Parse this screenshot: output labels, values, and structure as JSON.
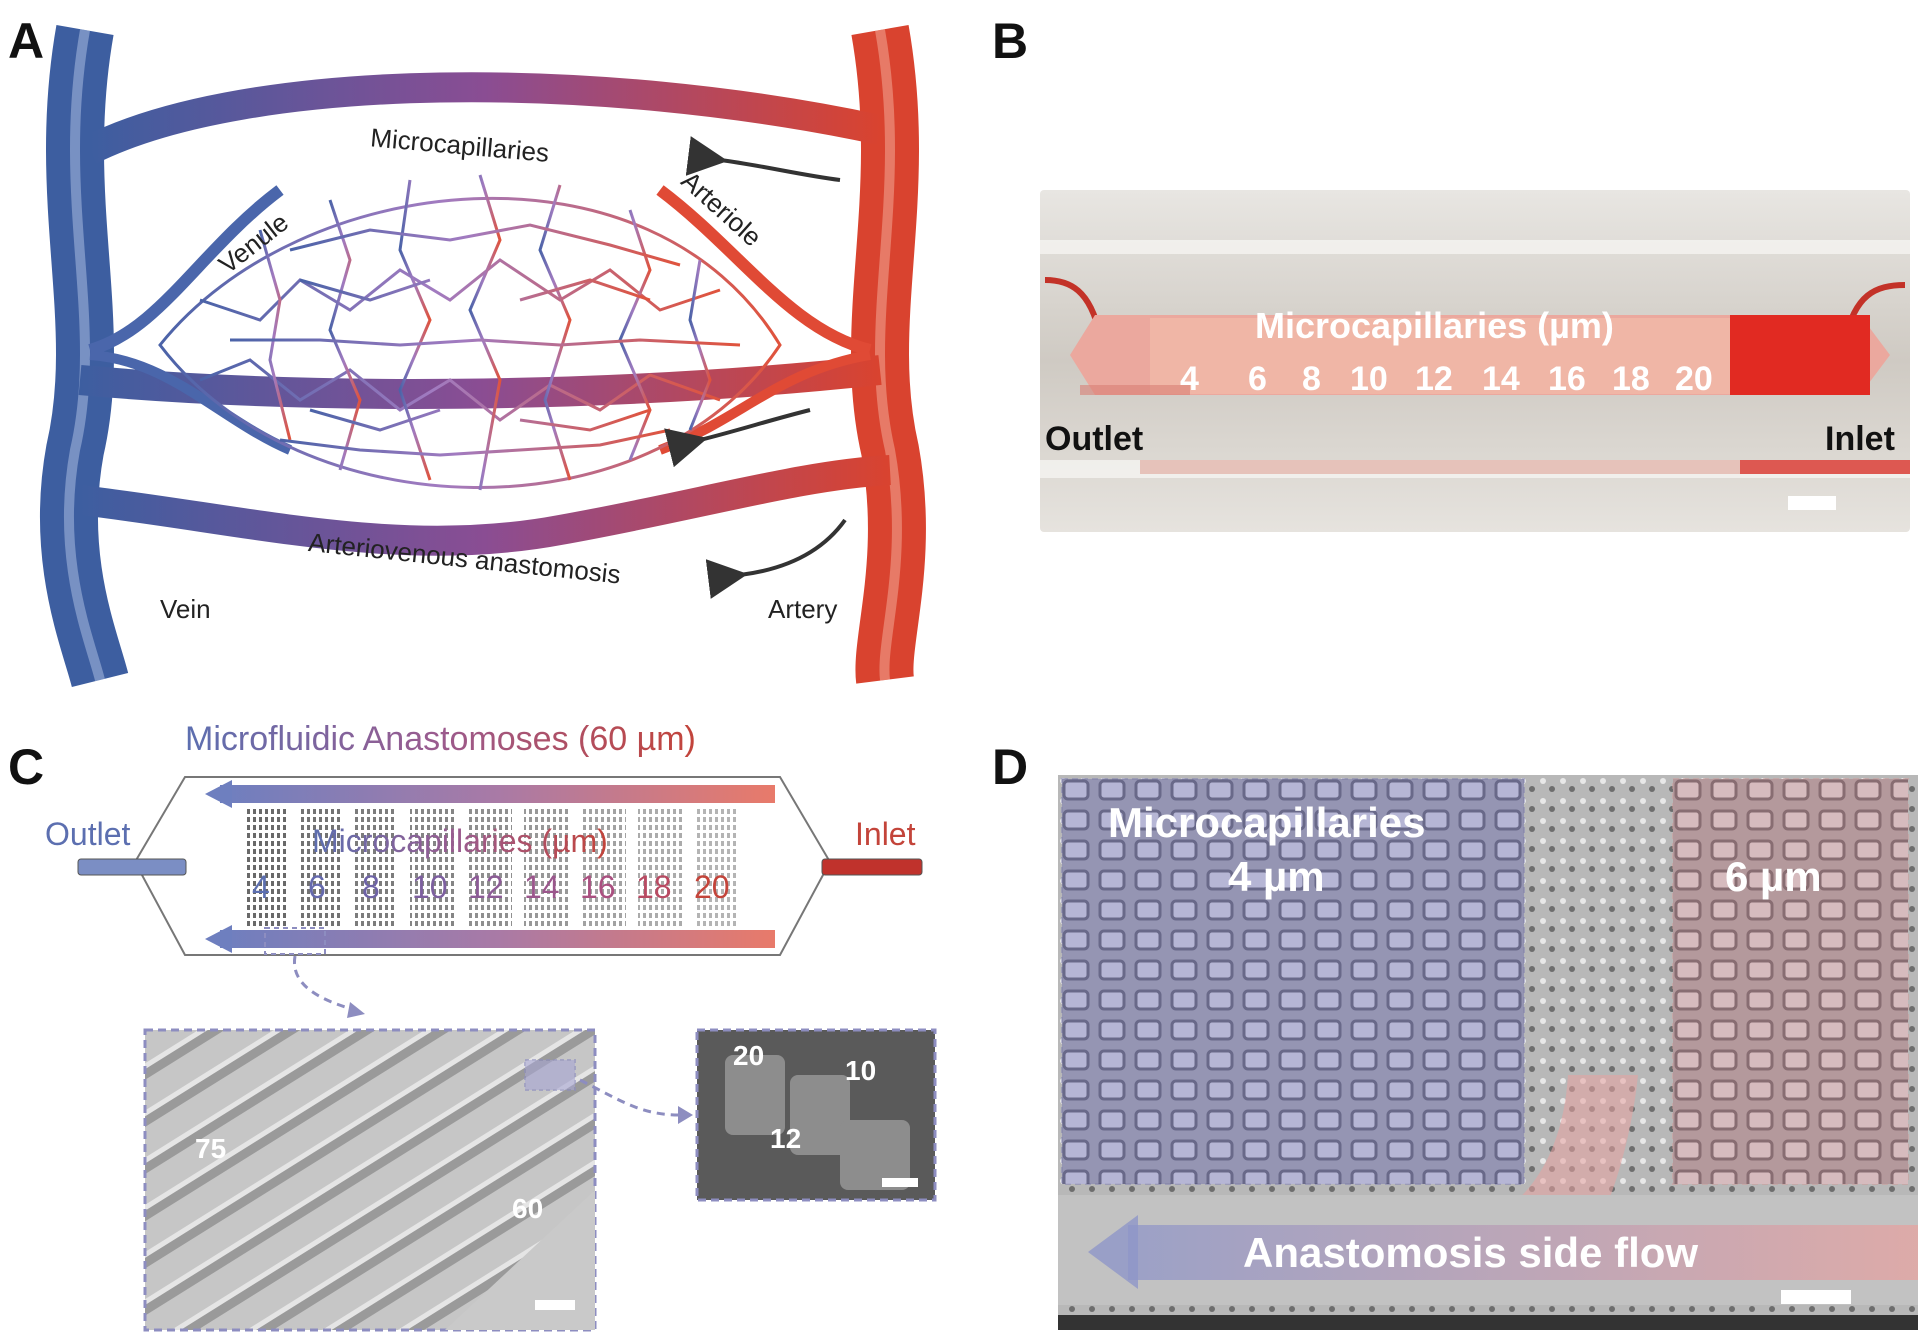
{
  "panels": {
    "a": {
      "letter": "A",
      "labels": {
        "microcapillaries": "Microcapillaries",
        "venule": "Venule",
        "arteriole": "Arteriole",
        "anastomosis": "Arteriovenous anastomosis",
        "vein": "Vein",
        "artery": "Artery"
      }
    },
    "b": {
      "letter": "B",
      "title": "Microcapillaries (µm)",
      "sizes": [
        "4",
        "6",
        "8",
        "10",
        "12",
        "14",
        "16",
        "18",
        "20"
      ],
      "outlet": "Outlet",
      "inlet": "Inlet"
    },
    "c": {
      "letter": "C",
      "title": "Microfluidic Anastomoses (60 µm)",
      "outlet": "Outlet",
      "inlet": "Inlet",
      "subtitle": "Microcapillaries (µm)",
      "sizes": [
        "4",
        "6",
        "8",
        "10",
        "12",
        "14",
        "16",
        "18",
        "20"
      ],
      "sem_labels": {
        "gap": "75",
        "channel": "60"
      },
      "zoom_labels": {
        "length": "20",
        "spacing": "10",
        "width": "12"
      }
    },
    "d": {
      "letter": "D",
      "region_left": [
        "Microcapillaries",
        "4 µm"
      ],
      "region_right": "6 µm",
      "flow_label": "Anastomosis side flow"
    }
  },
  "colors": {
    "vein": "#3d5ea0",
    "artery": "#d9432f",
    "mid": "#8a4d93",
    "blood": "#e03a2e"
  }
}
